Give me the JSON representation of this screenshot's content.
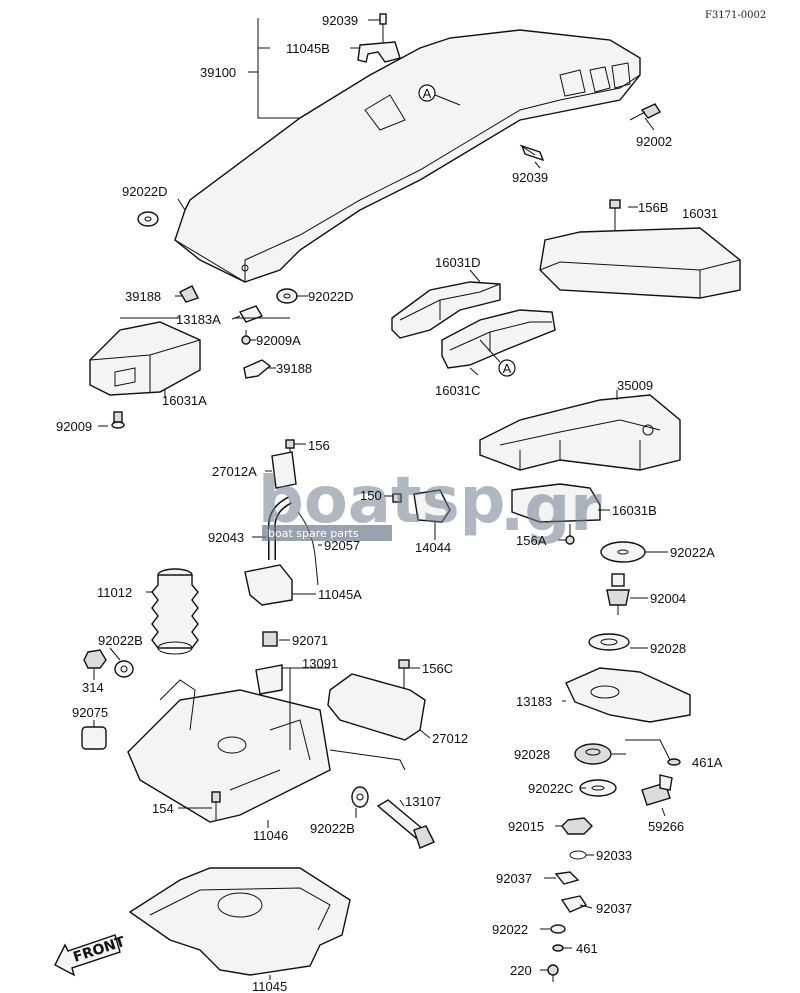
{
  "figure_ref": "F3171-0002",
  "watermark": {
    "brand": "boatsp",
    "suffix": ".gr",
    "subtitle": "boat spare parts"
  },
  "front_label": "FRONT",
  "callouts": {
    "a1": "A",
    "a2": "A"
  },
  "labels": {
    "p92039_top": "92039",
    "p11045B": "11045B",
    "p39100": "39100",
    "p92002": "92002",
    "p92039_mid": "92039",
    "p92022D_left": "92022D",
    "p156B": "156B",
    "p16031": "16031",
    "p16031D": "16031D",
    "p39188_left": "39188",
    "p92022D_mid": "92022D",
    "p13183A": "13183A",
    "p92009A": "92009A",
    "p39188_mid": "39188",
    "p16031C": "16031C",
    "p35009": "35009",
    "p16031A": "16031A",
    "p92009": "92009",
    "p156": "156",
    "p27012A": "27012A",
    "p150": "150",
    "p16031B": "16031B",
    "p92043": "92043",
    "p92057": "92057",
    "p14044": "14044",
    "p156A": "156A",
    "p92022A": "92022A",
    "p11045A": "11045A",
    "p11012": "11012",
    "p92004": "92004",
    "p92071": "92071",
    "p92022B_left": "92022B",
    "p156C": "156C",
    "p92028_top": "92028",
    "p314": "314",
    "p13091": "13091",
    "p13183": "13183",
    "p92075": "92075",
    "p27012": "27012",
    "p92028_mid": "92028",
    "p461A": "461A",
    "p92022C": "92022C",
    "p13107": "13107",
    "p154": "154",
    "p11046": "11046",
    "p92022B_mid": "92022B",
    "p92015": "92015",
    "p59266": "59266",
    "p92033": "92033",
    "p92037_left": "92037",
    "p92037_right": "92037",
    "p92022": "92022",
    "p461": "461",
    "p220": "220",
    "p11045": "11045"
  }
}
